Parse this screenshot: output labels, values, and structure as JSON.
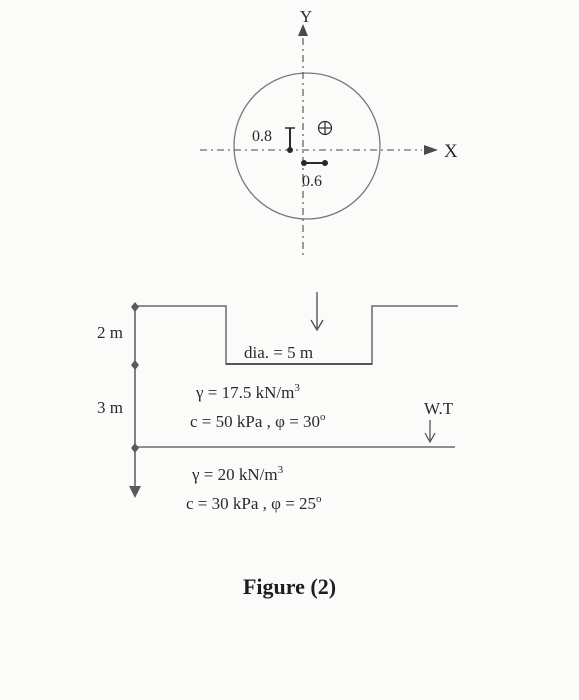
{
  "plan_view": {
    "axis_x_label": "X",
    "axis_y_label": "Y",
    "ecc_y_label": "0.8",
    "ecc_x_label": "0.6"
  },
  "section": {
    "depth_top_label": "2 m",
    "depth_mid_label": "3 m",
    "footing_label": "dia. = 5 m",
    "wt_label": "W.T",
    "layer1_gamma": "γ = 17.5 kN/m",
    "layer1_gamma_exp": "3",
    "layer1_c_phi": "c = 50 kPa  ,  φ = 30",
    "layer1_phi_deg": "o",
    "layer2_gamma": "γ = 20 kN/m",
    "layer2_gamma_exp": "3",
    "layer2_c_phi": "c = 30 kPa  ,  φ = 25",
    "layer2_phi_deg": "o"
  },
  "caption": "Figure (2)"
}
